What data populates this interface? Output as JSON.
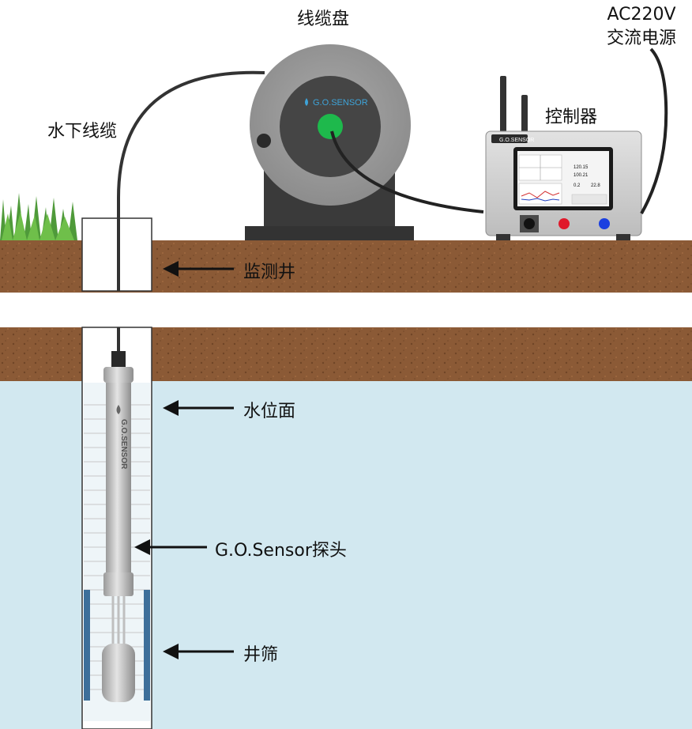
{
  "labels": {
    "reel": "线缆盘",
    "power_line1": "AC220V",
    "power_line2": "交流电源",
    "cable": "水下线缆",
    "controller": "控制器",
    "well": "监测井",
    "water_level": "水位面",
    "probe": "G.O.Sensor探头",
    "screen": "井筛"
  },
  "brand": {
    "reel_logo": "G.O.SENSOR",
    "controller_logo": "G.O.SENSOR",
    "probe_logo": "G.O.SENSOR"
  },
  "controller_display": {
    "reading_1": "120.15",
    "reading_2": "100.21",
    "reading_3": "0.2",
    "reading_4": "22.8"
  },
  "colors": {
    "soil": "#8b5a36",
    "water": "#d2e8f0",
    "screen_band": "#3d6f9a",
    "reel_green": "#1eb94c",
    "button_red": "#e0192b",
    "button_blue": "#1a3fe0"
  }
}
